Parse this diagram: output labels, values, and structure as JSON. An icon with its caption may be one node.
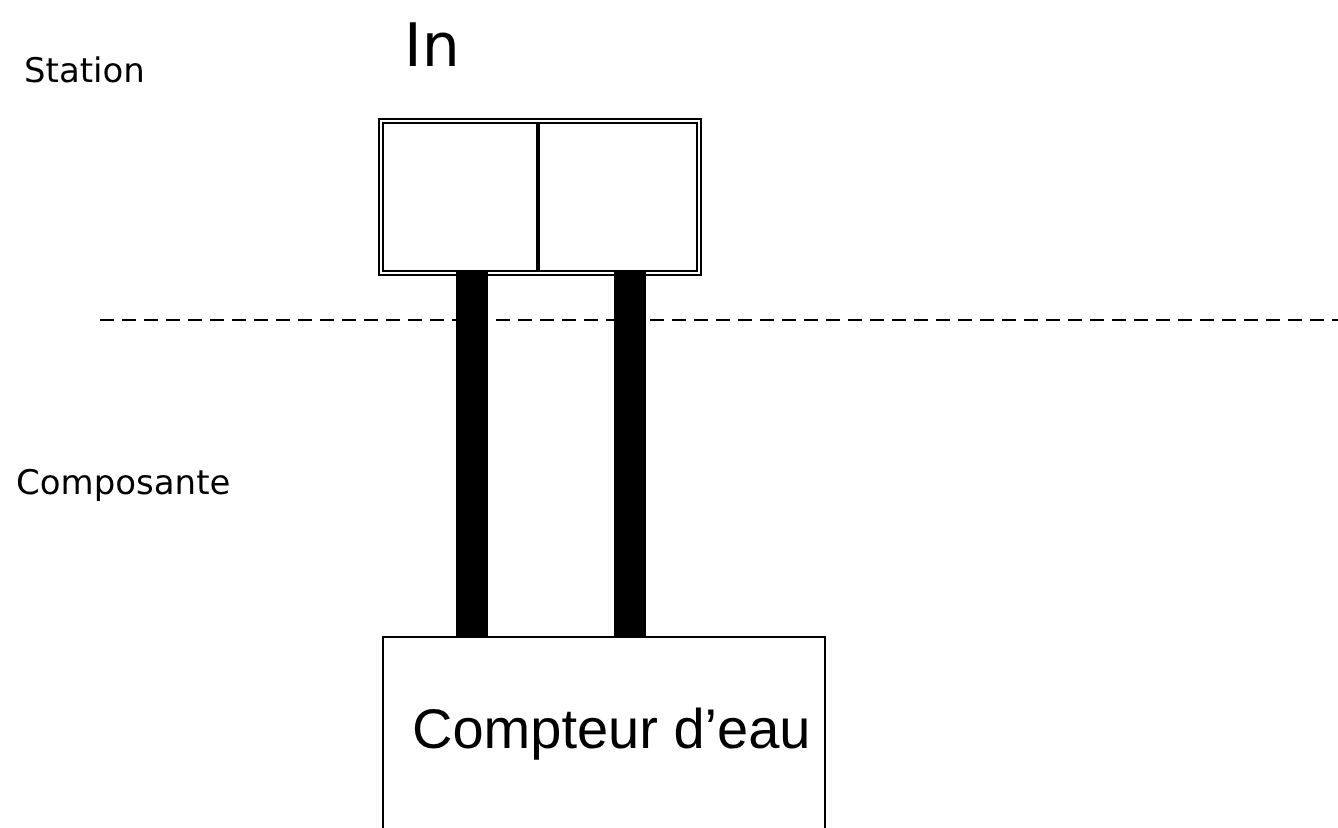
{
  "diagram": {
    "nodes": [
      {
        "text": [
          "In"
        ]
      },
      {
        "text": [],
        "shape": "box",
        "in": 0
      },
      {
        "text": [],
        "shape": "box",
        "in": 0
      },
      {
        "text": [
          "Compteur d’eau"
        ]
      }
    ],
    "edges": [
      {
        "from": 1,
        "to": 3,
        "arrow": "none"
      },
      {
        "from": 2,
        "to": 3,
        "arrow": "none"
      }
    ],
    "labels": [
      "Station",
      "Composante"
    ]
  }
}
